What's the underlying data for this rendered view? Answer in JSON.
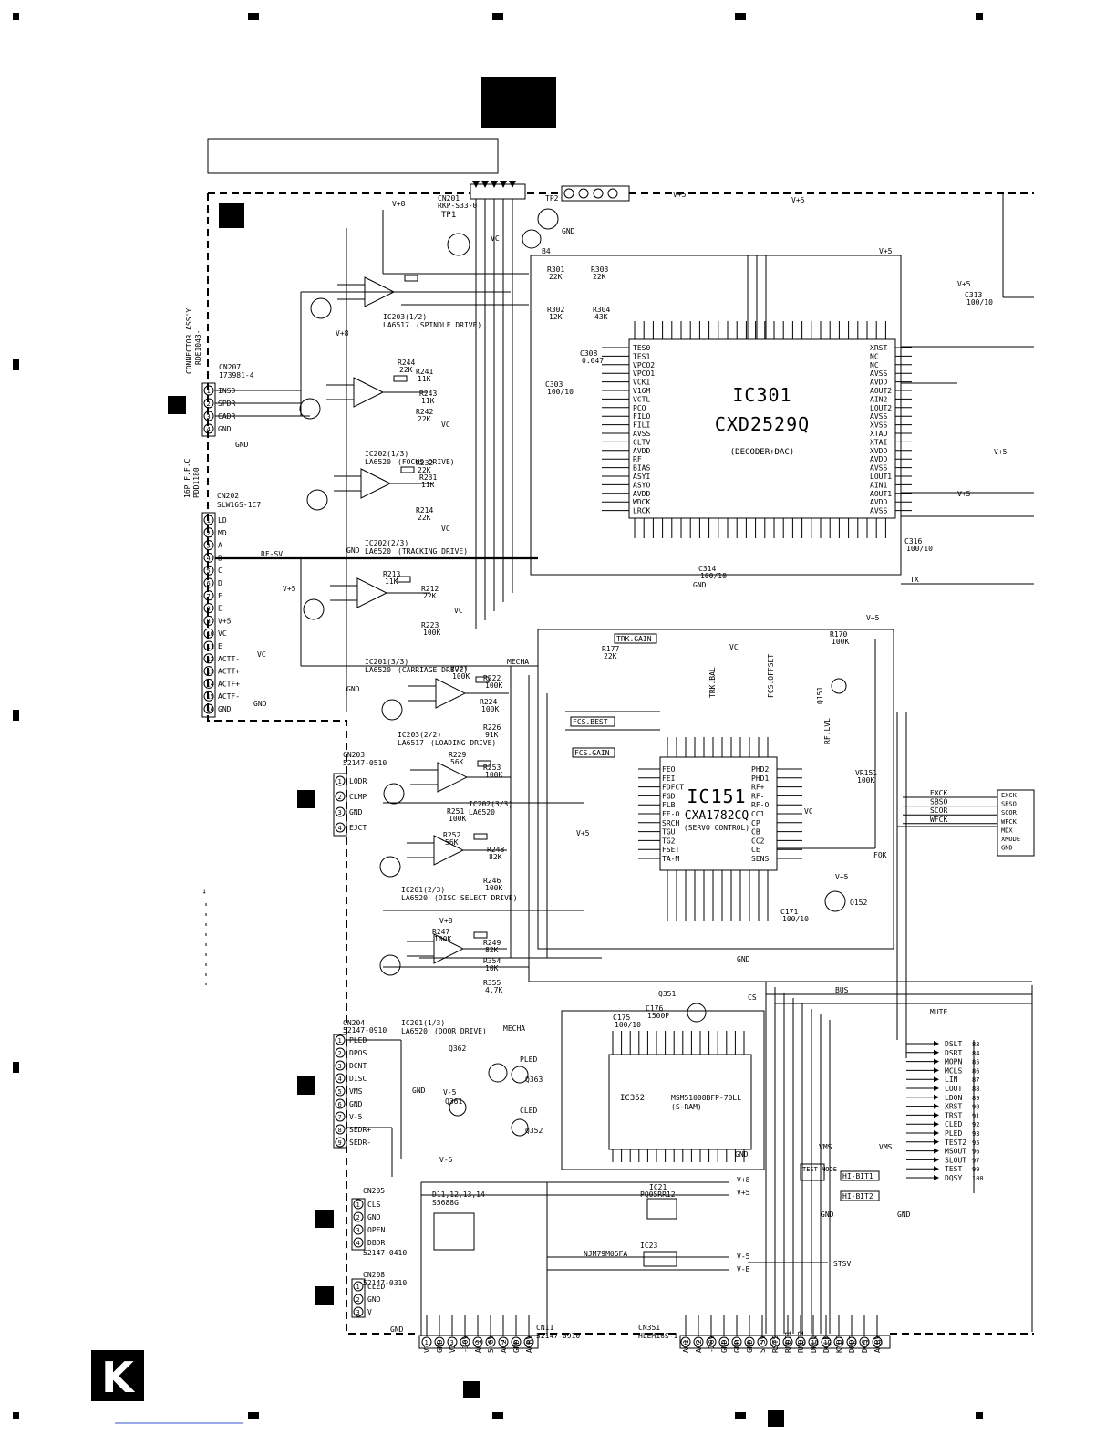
{
  "page": {
    "letter": "K",
    "header_box_text": "",
    "header_tab_text": ""
  },
  "ic301": {
    "ref": "IC301",
    "part": "CXD2529Q",
    "func": "(DECODER+DAC)"
  },
  "ic151": {
    "ref": "IC151",
    "part": "CXA1782CQ",
    "func": "(SERVO CONTROL)"
  },
  "ic352": {
    "ref": "IC352",
    "part": "MSM51008BFP-70LL",
    "func": "(S-RAM)"
  },
  "drivers": [
    {
      "ref": "IC203(1/2)",
      "part": "LA6517",
      "func": "(SPINDLE DRIVE)"
    },
    {
      "ref": "IC202(1/3)",
      "part": "LA6520",
      "func": "(FOCUS DRIVE)"
    },
    {
      "ref": "IC202(2/3)",
      "part": "LA6520",
      "func": "(TRACKING DRIVE)"
    },
    {
      "ref": "IC201(3/3)",
      "part": "LA6520",
      "func": "(CARRIAGE DRIVE)"
    },
    {
      "ref": "IC203(2/2)",
      "part": "LA6517",
      "func": "(LOADING DRIVE)"
    },
    {
      "ref": "IC202(3/3)",
      "part": "LA6520",
      "func": ""
    },
    {
      "ref": "IC201(2/3)",
      "part": "LA6520",
      "func": "(DISC SELECT DRIVE)"
    },
    {
      "ref": "IC201(1/3)",
      "part": "LA6520",
      "func": "(DOOR DRIVE)"
    }
  ],
  "connectors": {
    "cn201": {
      "ref": "CN201",
      "part": "RKP-S33-0"
    },
    "cn207": {
      "ref": "CN207",
      "part": "173981-4",
      "pins": [
        "INSD",
        "SPDR",
        "CADR",
        "GND"
      ]
    },
    "cn202": {
      "ref": "CN202",
      "part": "SLW16S-1C7",
      "pins": [
        "LD",
        "MD",
        "A",
        "B",
        "C",
        "D",
        "F",
        "E",
        "V+5",
        "VC",
        "E",
        "ACTT-",
        "ACTT+",
        "ACTF+",
        "ACTF-",
        "GND"
      ]
    },
    "cn203": {
      "ref": "CN203",
      "part": "52147-0510",
      "pins": [
        "LODR",
        "CLMP",
        "GND",
        "EJCT"
      ]
    },
    "cn204": {
      "ref": "CN204",
      "part": "52147-0910",
      "pins": [
        "PLED",
        "DPOS",
        "DCNT",
        "DISC",
        "VMS",
        "GND",
        "V-5",
        "SEDR+",
        "SEDR-"
      ]
    },
    "cn205": {
      "ref": "CN205",
      "part": "52147-0410",
      "pins": [
        "CLS",
        "GND",
        "OPEN",
        "DBDR"
      ]
    },
    "cn208": {
      "ref": "CN208",
      "part": "52147-0310",
      "pins": [
        "CLED",
        "GND",
        "V"
      ]
    },
    "cn11": {
      "ref": "CN11",
      "part": "52147-0910",
      "pins": [
        "V1",
        "GND",
        "V2",
        "-30V",
        "AC1",
        "5.6V",
        "AC2",
        "GND",
        "ACRV"
      ]
    },
    "cn351": {
      "ref": "CN351",
      "part": "HLEM16S-1",
      "pins": [
        "AC1",
        "AC2",
        "-26V",
        "GND",
        "GND",
        "GND",
        "STSV",
        "RSTS",
        "RMDT1",
        "RMDT2",
        "DREQ",
        "DCLK",
        "KYDT",
        "DPDT",
        "DCS",
        "ACRV"
      ]
    }
  },
  "labels": {
    "connector_assy": "CONNECTOR ASS'Y",
    "connector_assy_part": "RDE1043-",
    "ffc": "16P F.F.C",
    "ffc_part": "PDD1180",
    "rf_sv": "RF-SV",
    "mecha1": "MECHA",
    "mecha2": "MECHA",
    "bus": "BUS",
    "tx": "TX",
    "cs": "CS",
    "fok": "FOK",
    "mute": "MUTE",
    "tp1": "TP1",
    "tp2": "TP2",
    "b4": "B4",
    "test_mode": "TEST MODE",
    "hi_bit1": "HI-BIT1",
    "hi_bit2": "HI-BIT2",
    "stsv": "STSV",
    "ic21": "IC21",
    "ic21_part": "PQ05RR12",
    "ic23": "IC23",
    "ic23_part": "NJM79M05FA",
    "d11": "D11,12,13,14",
    "d11_part": "S5688G",
    "q351": "Q351",
    "q352": "Q352",
    "q361": "Q361",
    "q362": "Q362",
    "q363": "Q363",
    "q151": "Q151",
    "q152": "Q152",
    "pled": "PLED",
    "cled": "CLED",
    "trk_gain": "TRK.GAIN",
    "trk_bal": "TRK.BAL",
    "fcs_offset": "FCS.OFFSET",
    "fcs_best": "FCS.BEST",
    "fcs_gain": "FCS.GAIN",
    "rf_lvl": "RF.LVL"
  },
  "ic301_pins_left": [
    "TES0",
    "TES1",
    "VPCO2",
    "VPCO1",
    "VCKI",
    "V16M",
    "VCTL",
    "PCO",
    "FILO",
    "FILI",
    "AVSS",
    "CLTV",
    "AVDD",
    "RF",
    "BIAS",
    "ASYI",
    "ASYO",
    "AVDD",
    "WDCK",
    "LRCK"
  ],
  "ic301_pins_right": [
    "XRST",
    "NC",
    "NC",
    "AVSS",
    "AVDD",
    "AOUT2",
    "AIN2",
    "LOUT2",
    "AVSS",
    "XVSS",
    "XTAO",
    "XTAI",
    "XVDD",
    "AVDD",
    "AVSS",
    "LOUT1",
    "AIN1",
    "AOUT1",
    "AVDD",
    "AVSS"
  ],
  "ic151_pins_left": [
    "FEO",
    "FEI",
    "FDFCT",
    "FGD",
    "FLB",
    "FE-O",
    "SRCH",
    "TGU",
    "TG2",
    "FSET",
    "TA-M"
  ],
  "ic151_pins_right": [
    "PHD2",
    "PHD1",
    "RF+",
    "RF-",
    "RF-O",
    "CC1",
    "CP",
    "CB",
    "CC2",
    "CE",
    "SENS"
  ],
  "micom_pins": [
    {
      "name": "DSLT",
      "n": "83"
    },
    {
      "name": "DSRT",
      "n": "84"
    },
    {
      "name": "MOPN",
      "n": "85"
    },
    {
      "name": "MCLS",
      "n": "86"
    },
    {
      "name": "LIN",
      "n": "87"
    },
    {
      "name": "LOUT",
      "n": "88"
    },
    {
      "name": "LDON",
      "n": "89"
    },
    {
      "name": "XRST",
      "n": "90"
    },
    {
      "name": "TRST",
      "n": "91"
    },
    {
      "name": "CLED",
      "n": "92"
    },
    {
      "name": "PLED",
      "n": "93"
    },
    {
      "name": "TEST2",
      "n": "95"
    },
    {
      "name": "MSOUT",
      "n": "96"
    },
    {
      "name": "SLOUT",
      "n": "97"
    },
    {
      "name": "TEST",
      "n": "99"
    },
    {
      "name": "DQSY",
      "n": "100"
    }
  ],
  "ic307": {
    "pins": [
      "EXCK",
      "SBSO",
      "SCOR",
      "WFCK",
      "MDX",
      "XMODE",
      "GND"
    ],
    "inputs": [
      "EXCK",
      "SBSO",
      "SCOR",
      "WFCK"
    ]
  },
  "rails": {
    "vplus5": "V+5",
    "vplus8": "V+8",
    "vminus5": "V-5",
    "vc": "VC",
    "gnd": "GND",
    "vms": "VMS",
    "v_b": "V-B"
  },
  "parts_sample": [
    {
      "ref": "R301",
      "val": "22K"
    },
    {
      "ref": "R302",
      "val": "12K"
    },
    {
      "ref": "R303",
      "val": "22K"
    },
    {
      "ref": "R304",
      "val": "43K"
    },
    {
      "ref": "C308",
      "val": "0.047"
    },
    {
      "ref": "C303",
      "val": "100/10"
    },
    {
      "ref": "C313",
      "val": "100/10"
    },
    {
      "ref": "C316",
      "val": "100/10"
    },
    {
      "ref": "C314",
      "val": "100/10"
    },
    {
      "ref": "R241",
      "val": "11K"
    },
    {
      "ref": "R244",
      "val": "22K"
    },
    {
      "ref": "R243",
      "val": "11K"
    },
    {
      "ref": "R242",
      "val": "22K"
    },
    {
      "ref": "R231",
      "val": "11K"
    },
    {
      "ref": "R232",
      "val": "22K"
    },
    {
      "ref": "R214",
      "val": "22K"
    },
    {
      "ref": "R213",
      "val": "11K"
    },
    {
      "ref": "R212",
      "val": "22K"
    },
    {
      "ref": "R223",
      "val": "100K"
    },
    {
      "ref": "R221",
      "val": "100K"
    },
    {
      "ref": "R222",
      "val": "100K"
    },
    {
      "ref": "R224",
      "val": "100K"
    },
    {
      "ref": "R226",
      "val": "91K"
    },
    {
      "ref": "R229",
      "val": "56K"
    },
    {
      "ref": "R253",
      "val": "100K"
    },
    {
      "ref": "R251",
      "val": "100K"
    },
    {
      "ref": "R252",
      "val": "56K"
    },
    {
      "ref": "R248",
      "val": "82K"
    },
    {
      "ref": "R246",
      "val": "100K"
    },
    {
      "ref": "R247",
      "val": "100K"
    },
    {
      "ref": "R249",
      "val": "82K"
    },
    {
      "ref": "R354",
      "val": "10K"
    },
    {
      "ref": "R355",
      "val": "4.7K"
    },
    {
      "ref": "C175",
      "val": "100/10"
    },
    {
      "ref": "C176",
      "val": "1500P"
    },
    {
      "ref": "C171",
      "val": "100/10"
    },
    {
      "ref": "R170",
      "val": "100K"
    },
    {
      "ref": "VR151",
      "val": "100K"
    },
    {
      "ref": "R177",
      "val": "22K"
    }
  ]
}
